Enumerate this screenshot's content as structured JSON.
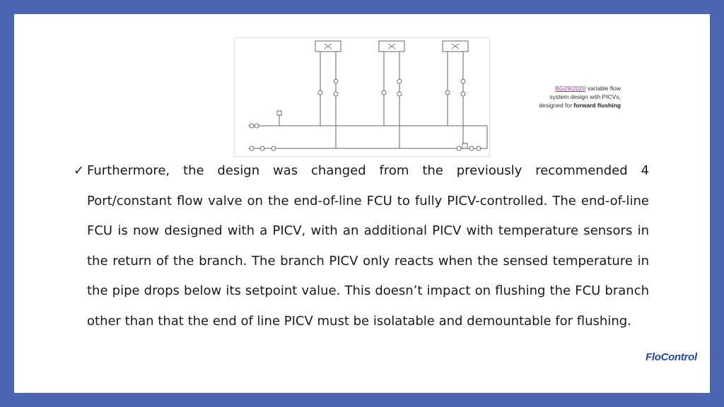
{
  "caption": {
    "ref": "BG29/2020",
    "line1_rest": " variable flow",
    "line2": "system design with PICVs,",
    "line3_prefix": "designed for ",
    "line3_bold": "forward flushing"
  },
  "body": {
    "tick": "✓",
    "paragraph": "Furthermore, the design was changed from the previously recommended 4 Port/constant flow valve on the end-of-line FCU to fully PICV-controlled. The end-of-line FCU is now designed with a PICV, with an additional PICV with temperature sensors in the return of the branch. The branch PICV only reacts when the sensed temperature in the pipe drops below its setpoint value. This doesn’t impact on flushing the FCU branch other than that the end of line PICV must be isolatable and demountable for flushing."
  },
  "logo": {
    "text": "FloControl"
  },
  "colors": {
    "frame": "#4a66b0",
    "background": "#ffffff",
    "pipe": "#555555",
    "link": "#8a3c9c",
    "logo": "#1f4aa0"
  }
}
